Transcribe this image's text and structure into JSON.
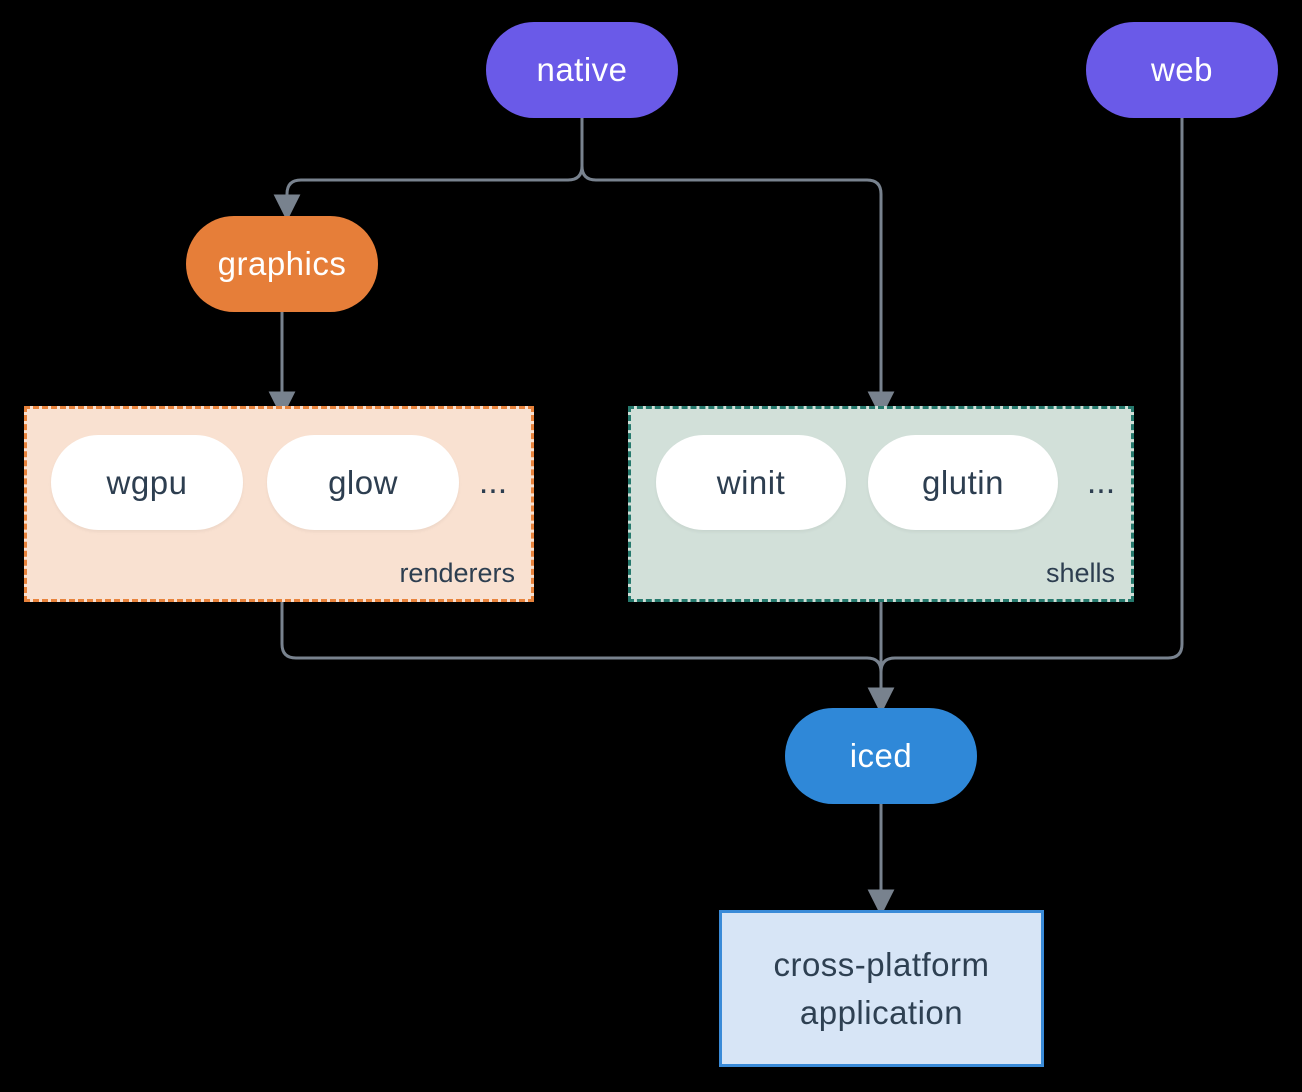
{
  "diagram": {
    "nodes": {
      "native": {
        "label": "native",
        "color": "#6A5AE8",
        "text_color": "#FFFFFF"
      },
      "web": {
        "label": "web",
        "color": "#6A5AE8",
        "text_color": "#FFFFFF"
      },
      "graphics": {
        "label": "graphics",
        "color": "#E67E39",
        "text_color": "#FFFFFF"
      },
      "wgpu": {
        "label": "wgpu",
        "color": "#FFFFFF",
        "text_color": "#2D3E50"
      },
      "glow": {
        "label": "glow",
        "color": "#FFFFFF",
        "text_color": "#2D3E50"
      },
      "winit": {
        "label": "winit",
        "color": "#FFFFFF",
        "text_color": "#2D3E50"
      },
      "glutin": {
        "label": "glutin",
        "color": "#FFFFFF",
        "text_color": "#2D3E50"
      },
      "iced": {
        "label": "iced",
        "color": "#2F88D8",
        "text_color": "#FFFFFF"
      }
    },
    "groups": {
      "renderers": {
        "label": "renderers",
        "ellipsis": "...",
        "bg": "#F9E1D1",
        "border": "#E8833C"
      },
      "shells": {
        "label": "shells",
        "ellipsis": "...",
        "bg": "#D2E0D9",
        "border": "#26796D"
      }
    },
    "application": {
      "lines": [
        "cross-platform",
        "application"
      ],
      "bg": "#D7E5F6",
      "border": "#3A8BD8"
    },
    "colors": {
      "background": "#000000",
      "connector_line": "#78828E"
    }
  }
}
